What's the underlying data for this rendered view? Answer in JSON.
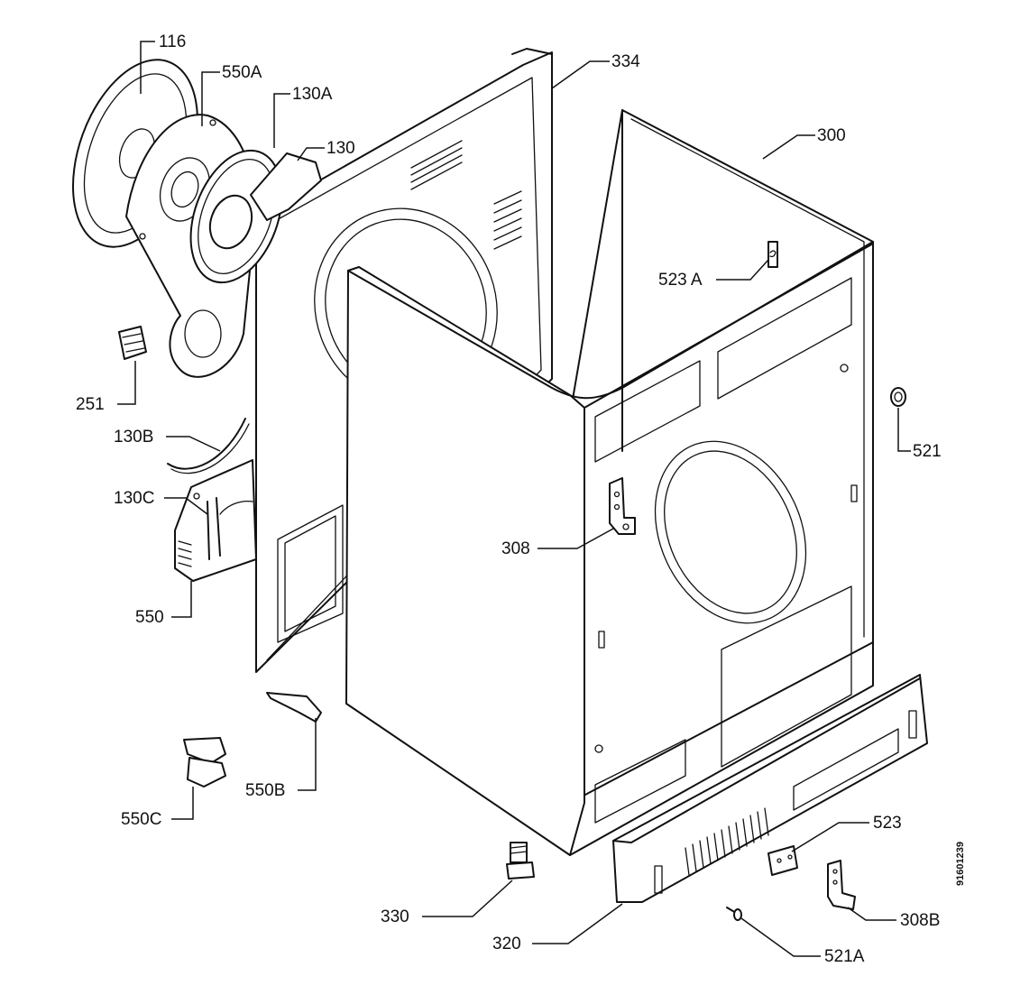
{
  "labels": {
    "l116": "116",
    "l550A": "550A",
    "l130A": "130A",
    "l130": "130",
    "l334": "334",
    "l300": "300",
    "l523A": "523 A",
    "l251": "251",
    "l521": "521",
    "l130B": "130B",
    "l130C": "130C",
    "l308": "308",
    "l550": "550",
    "l550B": "550B",
    "l550C": "550C",
    "l523": "523",
    "l330": "330",
    "l320": "320",
    "l308B": "308B",
    "l521A": "521A"
  },
  "drawing_code": "91601239"
}
